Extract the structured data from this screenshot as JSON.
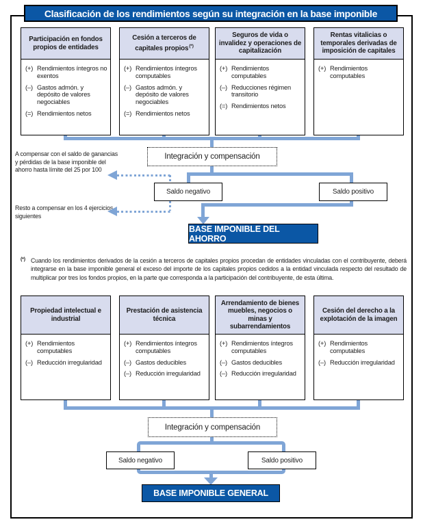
{
  "colors": {
    "accent_blue": "#0B57A5",
    "connector_blue": "#7FA5D6",
    "box_header_bg": "#D8DCEE"
  },
  "header": {
    "title": "Clasificación de los rendimientos según su integración en la base imponible"
  },
  "ahorro_section": {
    "boxes": [
      {
        "title": "Participación en fondos propios de entidades",
        "sup": "",
        "items": [
          {
            "s": "(+)",
            "t": "Rendimientos íntegros no exentos"
          },
          {
            "s": "(–)",
            "t": "Gastos admón. y depósito de valores negociables"
          },
          {
            "s": "(=)",
            "t": "Rendimientos netos"
          }
        ]
      },
      {
        "title": "Cesión a terceros de capitales propios",
        "sup": "(*)",
        "items": [
          {
            "s": "(+)",
            "t": "Rendimientos íntegros computables"
          },
          {
            "s": "(–)",
            "t": "Gastos admón. y depósito de valores negociables"
          },
          {
            "s": "(=)",
            "t": "Rendimientos netos"
          }
        ]
      },
      {
        "title": "Seguros de vida o invalidez y operaciones de capitalización",
        "sup": "",
        "items": [
          {
            "s": "(+)",
            "t": "Rendimientos computables"
          },
          {
            "s": "(–)",
            "t": "Reducciones régimen transitorio"
          },
          {
            "s": "(=)",
            "t": "Rendimientos netos"
          }
        ]
      },
      {
        "title": "Rentas vitalicias o temporales derivadas de imposición de capitales",
        "sup": "",
        "items": [
          {
            "s": "(+)",
            "t": "Rendimientos computables"
          }
        ]
      }
    ],
    "integration_label": "Integración y compensación",
    "saldo_negativo": "Saldo negativo",
    "saldo_positivo": "Saldo positivo",
    "note_compensation": "A compensar con el saldo de ganancias y pérdidas de la base imponible del ahorro hasta límite del 25 por 100",
    "note_remainder": "Resto a compensar en los 4 ejercicios siguientes",
    "result_label": "BASE IMPONIBLE DEL AHORRO"
  },
  "footnote": {
    "marker": "(*)",
    "text": "Cuando los rendimientos derivados de la cesión a terceros de capitales propios procedan de entidades vinculadas con el contribuyente, deberá integrarse en la base imponible general el exceso del importe de los capitales propios cedidos a la entidad vinculada respecto del resultado de multiplicar por tres los fondos propios, en la parte que corresponda a la participación del contribuyente, de esta última."
  },
  "general_section": {
    "boxes": [
      {
        "title": "Propiedad intelectual e industrial",
        "items": [
          {
            "s": "(+)",
            "t": "Rendimientos computables"
          },
          {
            "s": "(–)",
            "t": "Reducción irregularidad"
          }
        ]
      },
      {
        "title": "Prestación de asistencia técnica",
        "items": [
          {
            "s": "(+)",
            "t": "Rendimientos íntegros computables"
          },
          {
            "s": "(–)",
            "t": "Gastos deducibles"
          },
          {
            "s": "(–)",
            "t": "Reducción irregularidad"
          }
        ]
      },
      {
        "title": "Arrendamiento de bienes muebles, negocios o minas y subarrendamientos",
        "items": [
          {
            "s": "(+)",
            "t": "Rendimientos íntegros computables"
          },
          {
            "s": "(–)",
            "t": "Gastos deducibles"
          },
          {
            "s": "(–)",
            "t": "Reducción irregularidad"
          }
        ]
      },
      {
        "title": "Cesión del derecho a la explotación de la imagen",
        "items": [
          {
            "s": "(+)",
            "t": "Rendimientos computables"
          },
          {
            "s": "(–)",
            "t": "Reducción irregularidad"
          }
        ]
      }
    ],
    "integration_label": "Integración y compensación",
    "saldo_negativo": "Saldo negativo",
    "saldo_positivo": "Saldo positivo",
    "result_label": "BASE IMPONIBLE GENERAL"
  }
}
